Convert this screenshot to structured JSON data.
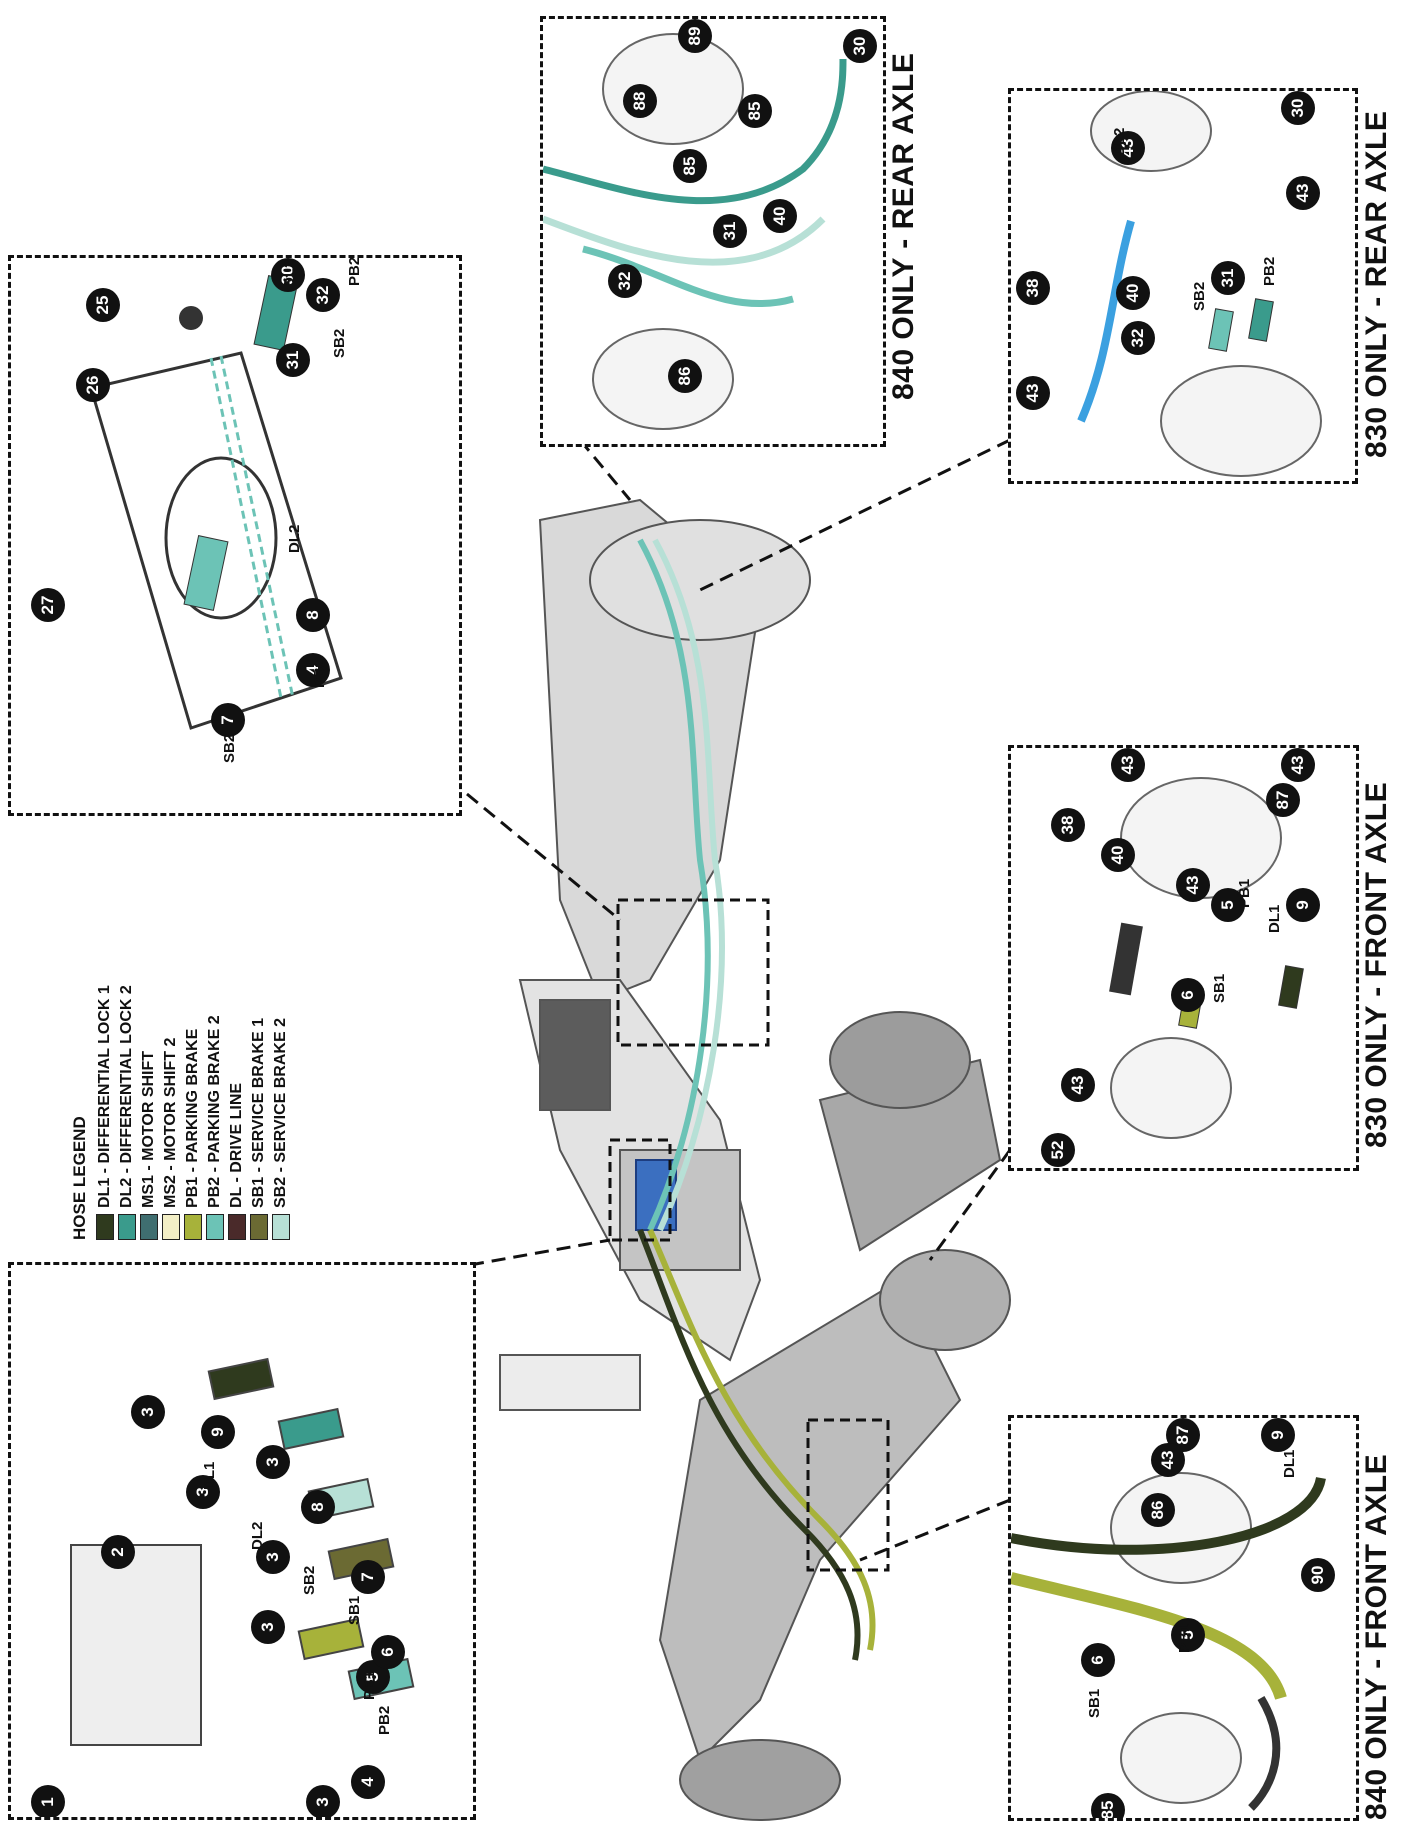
{
  "legend": {
    "title": "HOSE LEGEND",
    "items": [
      {
        "label": "DL1 - DIFFERENTIAL LOCK 1",
        "color": "#2f3a1e"
      },
      {
        "label": "DL2 - DIFFERENTIAL LOCK 2",
        "color": "#3a9b8c"
      },
      {
        "label": "MS1 - MOTOR SHIFT",
        "color": "#3f6e70"
      },
      {
        "label": "MS2 - MOTOR SHIFT 2",
        "color": "#f3efc6"
      },
      {
        "label": "PB1 - PARKING BRAKE",
        "color": "#a7b23a"
      },
      {
        "label": "PB2 - PARKING BRAKE 2",
        "color": "#6cc3b6"
      },
      {
        "label": "DL - DRIVE LINE",
        "color": "#4a2a2a"
      },
      {
        "label": "SB1 - SERVICE BRAKE 1",
        "color": "#6b6a33"
      },
      {
        "label": "SB2 - SERVICE BRAKE 2",
        "color": "#b7e0d6"
      }
    ]
  },
  "titles": {
    "rear_840": "840 ONLY - REAR AXLE",
    "rear_830": "830 ONLY -  REAR AXLE",
    "front_830": "830 ONLY - FRONT AXLE",
    "front_840": "840 ONLY - FRONT AXLE"
  },
  "callouts": {
    "p1": [
      "1",
      "2",
      "3",
      "3",
      "3",
      "3",
      "3",
      "3",
      "4",
      "5",
      "6",
      "7",
      "8",
      "9"
    ],
    "p2": [
      "27",
      "8",
      "4",
      "7",
      "26",
      "25",
      "31",
      "32",
      "30"
    ],
    "p3": [
      "89",
      "30",
      "88",
      "85",
      "85",
      "40",
      "31",
      "32",
      "86"
    ],
    "p4": [
      "30",
      "43",
      "43",
      "38",
      "40",
      "32",
      "31",
      "43"
    ],
    "p5": [
      "43",
      "43",
      "38",
      "40",
      "43",
      "87",
      "9",
      "5",
      "6",
      "43",
      "52"
    ],
    "p6": [
      "87",
      "43",
      "86",
      "9",
      "90",
      "5",
      "6",
      "85"
    ]
  },
  "tags": {
    "p1": [
      "DL1",
      "DL2",
      "SB2",
      "SB1",
      "PB1",
      "PB2"
    ],
    "p2": [
      "DL2",
      "PB2",
      "SB2",
      "SB2",
      "PB2",
      "DL2"
    ],
    "p4": [
      "DL2",
      "SB2",
      "PB2"
    ],
    "p5": [
      "PB1",
      "DL1",
      "SB1"
    ],
    "p6": [
      "DL1",
      "PB1",
      "SB1"
    ]
  }
}
